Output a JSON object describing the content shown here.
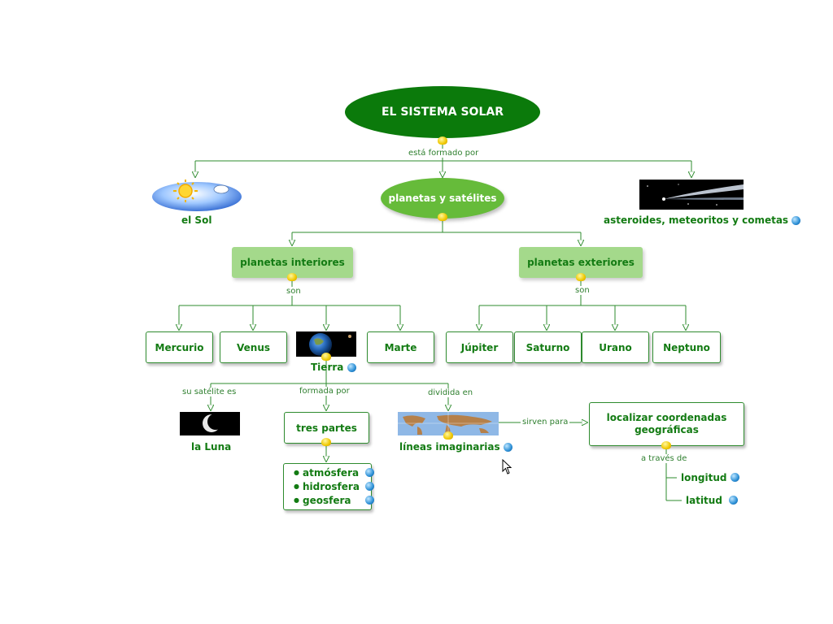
{
  "root": {
    "title": "EL SISTEMA SOLAR"
  },
  "links": {
    "formed_by": "está formado por",
    "son_left": "son",
    "son_right": "son",
    "satellite": "su satélite es",
    "formed_by2": "formada por",
    "divided": "dividida en",
    "serve_for": "sirven para",
    "through": "a través de"
  },
  "nodes": {
    "sun": "el Sol",
    "planets_satellites": "planetas y satélites",
    "asteroids": "asteroides, meteoritos y cometas",
    "inner_planets": "planetas interiores",
    "outer_planets": "planetas exteriores",
    "mercury": "Mercurio",
    "venus": "Venus",
    "earth": "Tierra",
    "mars": "Marte",
    "jupiter": "Júpiter",
    "saturn": "Saturno",
    "uranus": "Urano",
    "neptune": "Neptuno",
    "moon": "la Luna",
    "three_parts": "tres partes",
    "lines": "líneas imaginarias",
    "locate": "localizar coordenadas geográficas",
    "longitude": "longitud",
    "latitude": "latitud"
  },
  "parts": [
    "atmósfera",
    "hidrosfera",
    "geosfera"
  ],
  "colors": {
    "dark_green": "#0b7a0b",
    "mid_green": "#66bb3a",
    "light_green": "#a4d98b",
    "text_green": "#137b13"
  },
  "icons": [
    "resource-globe-icon",
    "connector-knob-icon",
    "mouse-pointer-icon"
  ]
}
